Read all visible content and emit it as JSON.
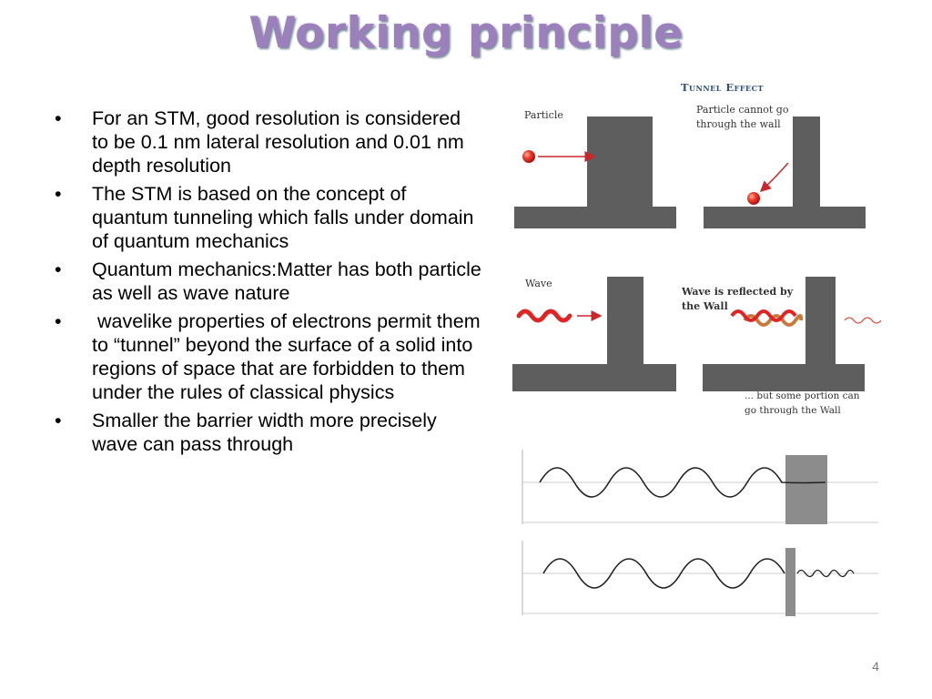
{
  "slide": {
    "title": "Working principle",
    "page_number": "4"
  },
  "bullets": [
    {
      "marker": "•",
      "text": "For an STM, good resolution is considered to be 0.1 nm lateral resolution and 0.01 nm depth resolution"
    },
    {
      "marker": "•",
      "text": "The STM is based on the concept of quantum tunneling which falls under domain of quantum mechanics"
    },
    {
      "marker": "•",
      "text": "Quantum mechanics:Matter has both particle as well as wave nature"
    },
    {
      "marker": "•",
      "text": " wavelike properties of electrons permit them to “tunnel” beyond the surface of a solid into regions of space that are forbidden to them under the rules of classical physics"
    },
    {
      "marker": "•",
      "text": "Smaller the barrier width more precisely wave can pass through"
    }
  ],
  "figure": {
    "heading": "Tunnel Effect",
    "particle_label": "Particle",
    "particle_blocked_line1": "Particle cannot go",
    "particle_blocked_line2": "through the wall",
    "wave_label": "Wave",
    "wave_reflected_line1": "Wave is reflected by",
    "wave_reflected_line2": "the Wall",
    "wave_through_line1": "... but some portion can",
    "wave_through_line2": "go through the Wall"
  },
  "colors": {
    "title": "#9b80bb",
    "wall": "#5e5e5e",
    "particle": "#e8262a",
    "arrow": "#c8282c",
    "wave": "#e02424",
    "wave_reflected": "#c87a3c",
    "barrier": "#8c8c8c",
    "figure_text": "#333333",
    "heading": "#2d4f7c"
  }
}
